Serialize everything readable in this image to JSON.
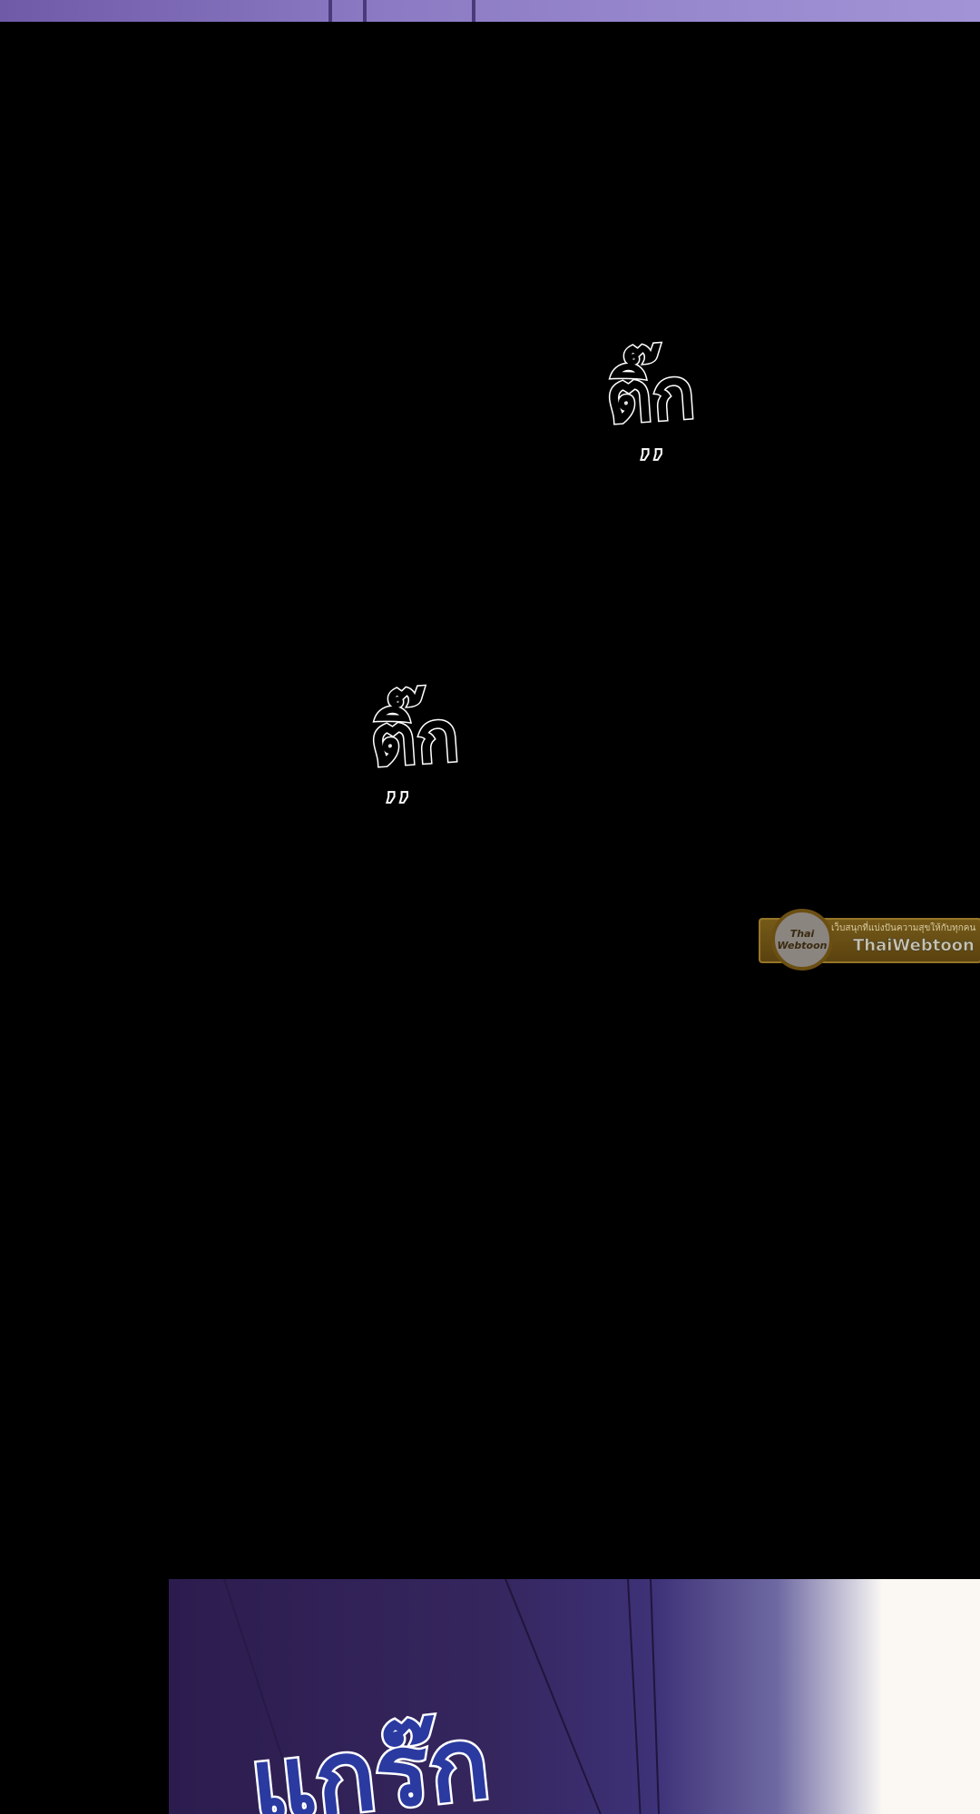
{
  "panels": {
    "sfx_top": "ติ๊ก",
    "sfx_middle": "ติ๊ก",
    "sfx_bottom": "แกร๊ก"
  },
  "watermark": {
    "tagline": "เว็บสนุกที่แบ่งปันความสุขให้กับทุกคน",
    "name": "ThaiWebtoon",
    "logo_text": "Thai Webtoon"
  },
  "colors": {
    "background": "#000000",
    "panel_purple": "#35265e",
    "sfx_blue": "#2a3aa0"
  }
}
